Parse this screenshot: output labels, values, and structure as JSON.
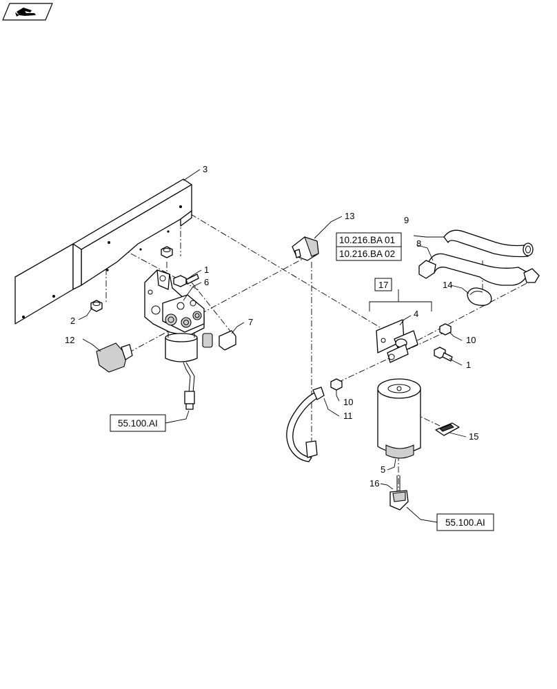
{
  "callouts": {
    "c1a": "1",
    "c1b": "1",
    "c2": "2",
    "c3": "3",
    "c4": "4",
    "c5": "5",
    "c6": "6",
    "c7": "7",
    "c8": "8",
    "c9": "9",
    "c10a": "10",
    "c10b": "10",
    "c11": "11",
    "c12": "12",
    "c13": "13",
    "c14": "14",
    "c15": "15",
    "c16": "16",
    "c17": "17"
  },
  "references": {
    "ref_1": "10.216.BA 01",
    "ref_2": "10.216.BA 02",
    "ref_3": "55.100.AI",
    "ref_4": "55.100.AI"
  },
  "icons": {
    "corner": "navigation-hand-icon"
  },
  "colors": {
    "line": "#000000",
    "background": "#ffffff",
    "shade": "#cfcfcf"
  }
}
